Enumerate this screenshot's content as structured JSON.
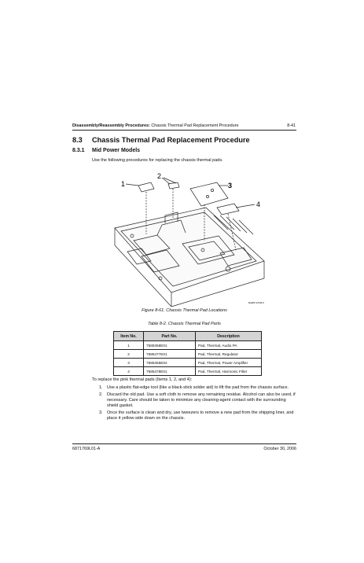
{
  "header": {
    "section_bold": "Disassembly/Reassembly Procedures:",
    "section_rest": " Chassis Thermal Pad Replacement Procedure",
    "page_number": "8-41"
  },
  "heading": {
    "number": "8.3",
    "title": "Chassis Thermal Pad Replacement Procedure"
  },
  "subheading": {
    "number": "8.3.1",
    "title": "Mid Power Models"
  },
  "intro": "Use the following procedures for replacing the chassis thermal pads.",
  "figure": {
    "callouts": [
      "1",
      "2",
      "3",
      "4"
    ],
    "image_id": "MAEPF-27648-O",
    "caption": "Figure 8-61.  Chassis Thermal Pad Locations"
  },
  "table": {
    "caption": "Table 8-2.  Chassis Thermal Pad Parts",
    "columns": [
      "Item No.",
      "Part No.",
      "Description"
    ],
    "rows": [
      [
        "1",
        "7585368E01",
        "Pad, Thermal, Audio PA"
      ],
      [
        "2",
        "7585477E01",
        "Pad, Thermal, Regulator"
      ],
      [
        "3",
        "7585365E02",
        "Pad, Thermal, Power Amplifier"
      ],
      [
        "4",
        "7585478E01",
        "Pad, Thermal, Harmonic Filter"
      ]
    ]
  },
  "lead": "To replace the pink thermal pads (Items 1, 2, and 4):",
  "steps": [
    {
      "n": "1.",
      "text": "Use a plastic flat-edge tool (like a black-stick solder aid) to lift the pad from the chassis surface."
    },
    {
      "n": "2.",
      "text": "Discard the old pad. Use a soft cloth to remove any remaining residue. Alcohol can also be used, if necessary. Care should be taken to minimize any cleaning-agent contact with the surrounding shield gasket."
    },
    {
      "n": "3.",
      "text": "Once the surface is clean and dry, use tweezers to remove a new pad from the shipping liner, and place it yellow-side down on the chassis."
    }
  ],
  "footer": {
    "left": "6871769L01-A",
    "right": "October 30, 2006"
  }
}
